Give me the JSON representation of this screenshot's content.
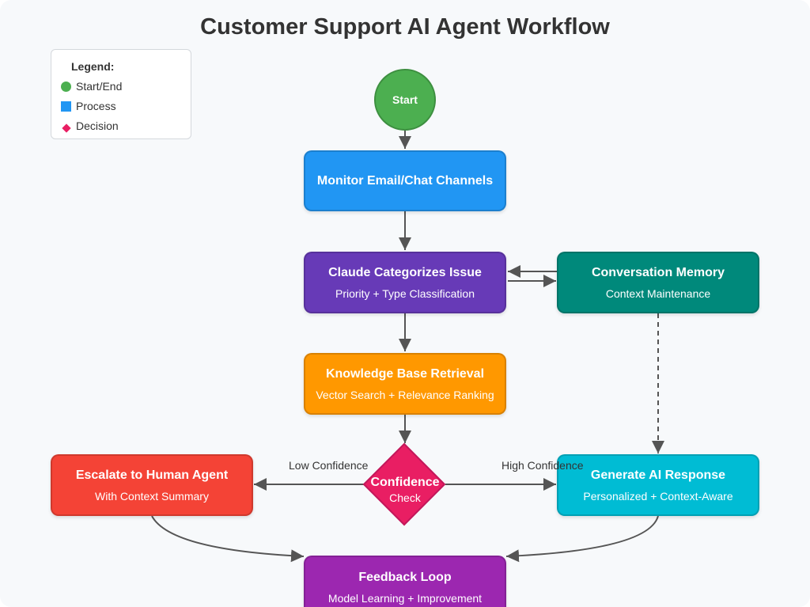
{
  "title": "Customer Support AI Agent Workflow",
  "legend": {
    "title": "Legend:",
    "items": [
      {
        "label": "Start/End",
        "shape": "circle",
        "color": "#4caf50"
      },
      {
        "label": "Process",
        "shape": "square",
        "color": "#2196f3"
      },
      {
        "label": "Decision",
        "shape": "diamond",
        "color": "#e91e63"
      }
    ]
  },
  "nodes": {
    "start": {
      "label": "Start",
      "color": "#4caf50"
    },
    "monitor": {
      "label": "Monitor Email/Chat Channels",
      "sub": "",
      "color": "#2196f3"
    },
    "categorize": {
      "label": "Claude Categorizes Issue",
      "sub": "Priority + Type Classification",
      "color": "#673ab7"
    },
    "memory": {
      "label": "Conversation Memory",
      "sub": "Context Maintenance",
      "color": "#00897b"
    },
    "knowledge": {
      "label": "Knowledge Base Retrieval",
      "sub": "Vector Search + Relevance Ranking",
      "color": "#ff9800"
    },
    "decision": {
      "label": "Confidence",
      "sub": "Check",
      "color": "#e91e63"
    },
    "escalate": {
      "label": "Escalate to Human Agent",
      "sub": "With Context Summary",
      "color": "#f44336"
    },
    "generate": {
      "label": "Generate AI Response",
      "sub": "Personalized + Context-Aware",
      "color": "#00bcd4"
    },
    "feedback": {
      "label": "Feedback Loop",
      "sub": "Model Learning + Improvement",
      "color": "#9c27b0"
    }
  },
  "edges": {
    "low_confidence": "Low Confidence",
    "high_confidence": "High Confidence"
  },
  "colors": {
    "arrow": "#555555",
    "title": "#333333"
  }
}
